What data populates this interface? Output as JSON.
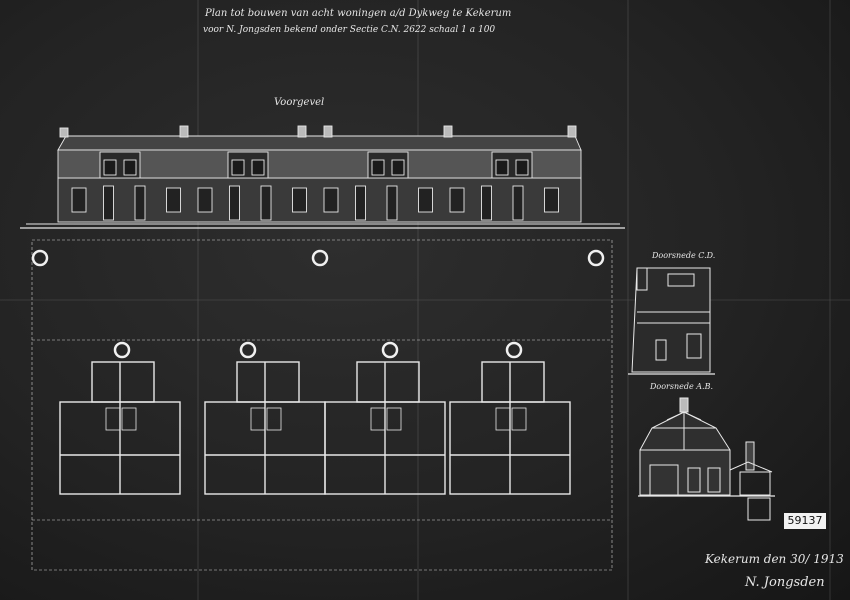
{
  "sheet": {
    "title_line1": "Plan tot bouwen van acht woningen a/d Dykweg te Kekerum",
    "title_line2": "voor N. Jongsden bekend onder Sectie C.N. 2622 schaal 1 a 100",
    "label_front": "Voorgevel",
    "label_section_cd": "Doorsnede C.D.",
    "label_section_ab": "Doorsnede A.B.",
    "stamp": "59137",
    "date": "Kekerum den 30/ 1913",
    "signature": "N. Jongsden"
  },
  "colors": {
    "paper": "#262626",
    "ink": "#e8e8e8"
  }
}
